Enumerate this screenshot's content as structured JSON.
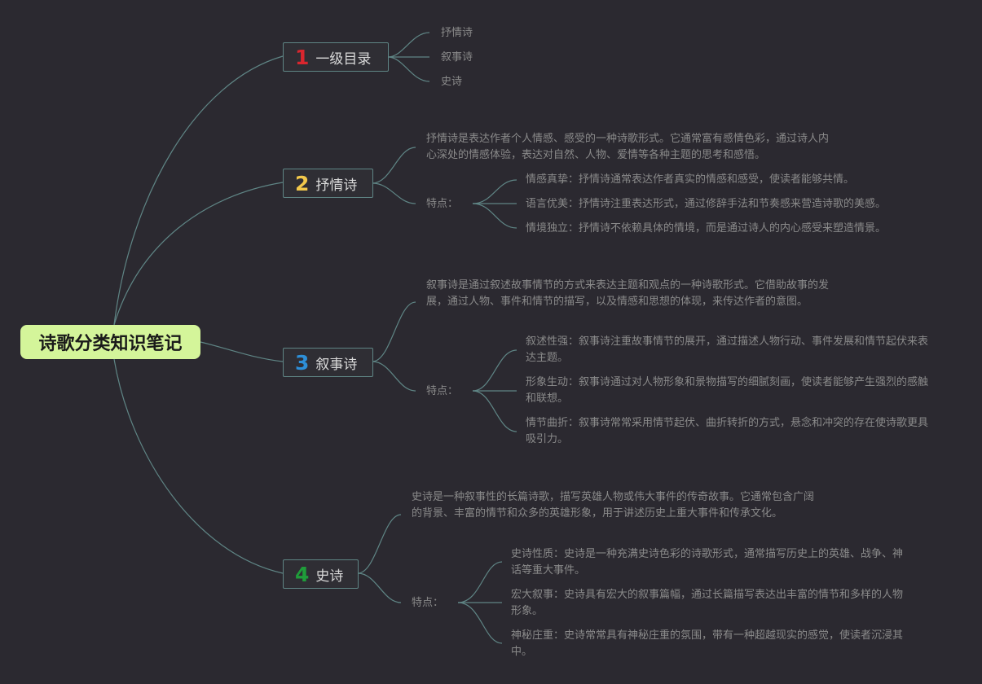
{
  "root": {
    "title": "诗歌分类知识笔记"
  },
  "colors": {
    "background": "#2b2930",
    "root_fill": "#d4f59a",
    "line": "#5f8585",
    "text": "#8a8a8a",
    "num1": "#d9262e",
    "num2": "#f2c84b",
    "num3": "#2d8fd8",
    "num4": "#1f9d3a"
  },
  "topics": [
    {
      "num": "1",
      "title": "一级目录",
      "children": [
        "抒情诗",
        "叙事诗",
        "史诗"
      ]
    },
    {
      "num": "2",
      "title": "抒情诗",
      "desc": "抒情诗是表达作者个人情感、感受的一种诗歌形式。它通常富有感情色彩，通过诗人内心深处的情感体验，表达对自然、人物、爱情等各种主题的思考和感悟。",
      "feature_label": "特点：",
      "features": [
        "情感真挚：抒情诗通常表达作者真实的情感和感受，使读者能够共情。",
        "语言优美：抒情诗注重表达形式，通过修辞手法和节奏感来营造诗歌的美感。",
        "情境独立：抒情诗不依赖具体的情境，而是通过诗人的内心感受来塑造情景。"
      ]
    },
    {
      "num": "3",
      "title": "叙事诗",
      "desc": "叙事诗是通过叙述故事情节的方式来表达主题和观点的一种诗歌形式。它借助故事的发展，通过人物、事件和情节的描写，以及情感和思想的体现，来传达作者的意图。",
      "feature_label": "特点：",
      "features": [
        "叙述性强：叙事诗注重故事情节的展开，通过描述人物行动、事件发展和情节起伏来表达主题。",
        "形象生动：叙事诗通过对人物形象和景物描写的细腻刻画，使读者能够产生强烈的感触和联想。",
        "情节曲折：叙事诗常常采用情节起伏、曲折转折的方式，悬念和冲突的存在使诗歌更具吸引力。"
      ]
    },
    {
      "num": "4",
      "title": "史诗",
      "desc": "史诗是一种叙事性的长篇诗歌，描写英雄人物或伟大事件的传奇故事。它通常包含广阔的背景、丰富的情节和众多的英雄形象，用于讲述历史上重大事件和传承文化。",
      "feature_label": "特点：",
      "features": [
        "史诗性质：史诗是一种充满史诗色彩的诗歌形式，通常描写历史上的英雄、战争、神话等重大事件。",
        "宏大叙事：史诗具有宏大的叙事篇幅，通过长篇描写表达出丰富的情节和多样的人物形象。",
        "神秘庄重：史诗常常具有神秘庄重的氛围，带有一种超越现实的感觉，使读者沉浸其中。"
      ]
    }
  ]
}
